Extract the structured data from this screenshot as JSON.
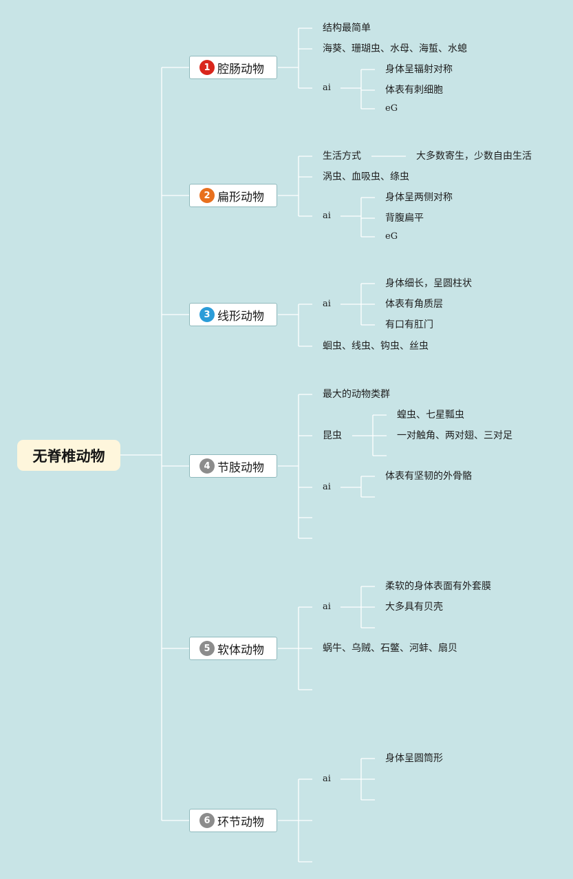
{
  "root": {
    "label": "无脊椎动物"
  },
  "colors": {
    "badge1": "#d9261c",
    "badge2": "#e8701e",
    "badge3": "#2b9cd8",
    "badge_gray": "#8c8c8c",
    "background": "#c8e4e6",
    "root_fill": "#fef6dc"
  },
  "branches": [
    {
      "num": "1",
      "label": "腔肠动物",
      "items": {
        "a": "结构最简单",
        "b": "海葵、珊瑚虫、水母、海蜇、水螅",
        "ai": "ai",
        "ai1": "身体呈辐射对称",
        "ai2": "体表有刺细胞",
        "eg": "eG"
      }
    },
    {
      "num": "2",
      "label": "扁形动物",
      "items": {
        "life_key": "生活方式",
        "life_val": "大多数寄生，少数自由生活",
        "b": "涡虫、血吸虫、绦虫",
        "ai": "ai",
        "ai1": "身体呈两侧对称",
        "ai2": "背腹扁平",
        "eg": "eG"
      }
    },
    {
      "num": "3",
      "label": "线形动物",
      "items": {
        "ai": "ai",
        "ai1": "身体细长，呈圆柱状",
        "ai2": "体表有角质层",
        "ai3": "有口有肛门",
        "b": "蛔虫、线虫、钩虫、丝虫"
      }
    },
    {
      "num": "4",
      "label": "节肢动物",
      "items": {
        "a": "最大的动物类群",
        "insect": "昆虫",
        "insect1": "蝗虫、七星瓢虫",
        "insect2": "一对触角、两对翅、三对足",
        "ai": "ai",
        "ai1": "体表有坚韧的外骨骼"
      }
    },
    {
      "num": "5",
      "label": "软体动物",
      "items": {
        "ai": "ai",
        "ai1": "柔软的身体表面有外套膜",
        "ai2": "大多具有贝壳",
        "b": "蜗牛、乌贼、石鳖、河蚌、扇贝"
      }
    },
    {
      "num": "6",
      "label": "环节动物",
      "items": {
        "ai": "ai",
        "ai1": "身体呈圆筒形"
      }
    }
  ]
}
